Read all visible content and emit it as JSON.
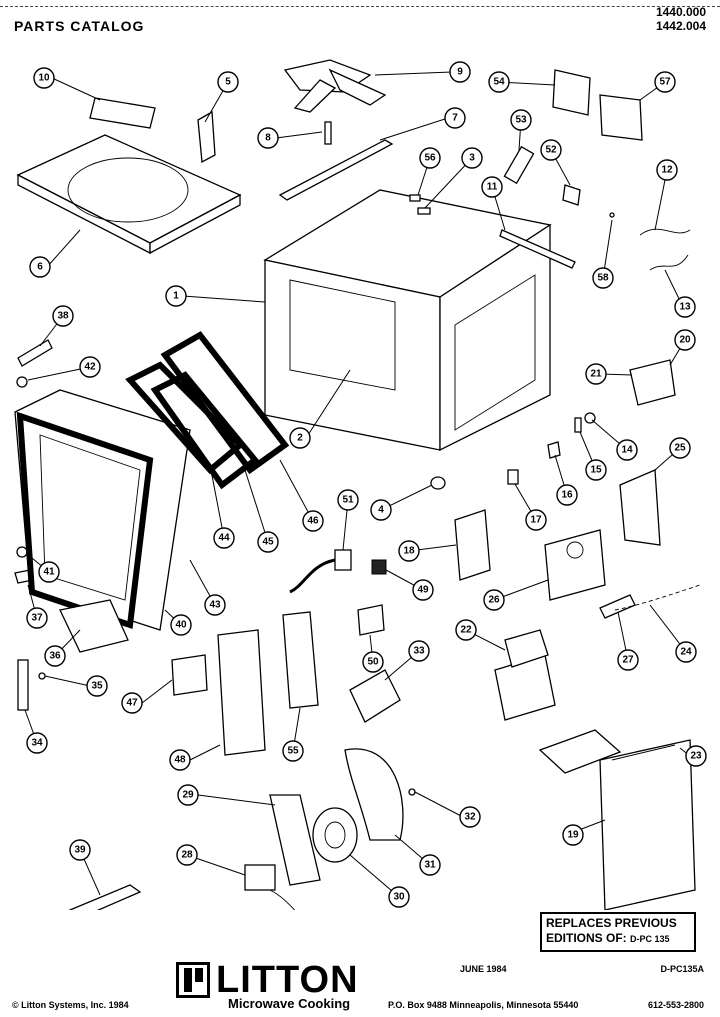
{
  "header": {
    "title": "PARTS CATALOG",
    "model_numbers": [
      "1440.000",
      "1442.004"
    ]
  },
  "callouts": [
    "1",
    "2",
    "3",
    "4",
    "5",
    "6",
    "7",
    "8",
    "9",
    "10",
    "11",
    "12",
    "13",
    "14",
    "15",
    "16",
    "17",
    "18",
    "19",
    "20",
    "21",
    "22",
    "23",
    "24",
    "25",
    "26",
    "27",
    "28",
    "29",
    "30",
    "31",
    "32",
    "33",
    "34",
    "35",
    "36",
    "37",
    "38",
    "39",
    "40",
    "41",
    "42",
    "43",
    "44",
    "45",
    "46",
    "47",
    "48",
    "49",
    "50",
    "51",
    "52",
    "53",
    "54",
    "55",
    "56",
    "57",
    "58"
  ],
  "replaces": {
    "line1": "REPLACES PREVIOUS",
    "line2": "EDITIONS OF:",
    "code": "D-PC 135"
  },
  "brand": {
    "name": "LITTON",
    "tagline": "Microwave Cooking"
  },
  "footer": {
    "date": "JUNE 1984",
    "doc_code": "D-PC135A",
    "copyright": "© Litton Systems, Inc. 1984",
    "address": "P.O. Box 9488 Minneapolis, Minnesota 55440",
    "phone": "612-553-2800"
  }
}
